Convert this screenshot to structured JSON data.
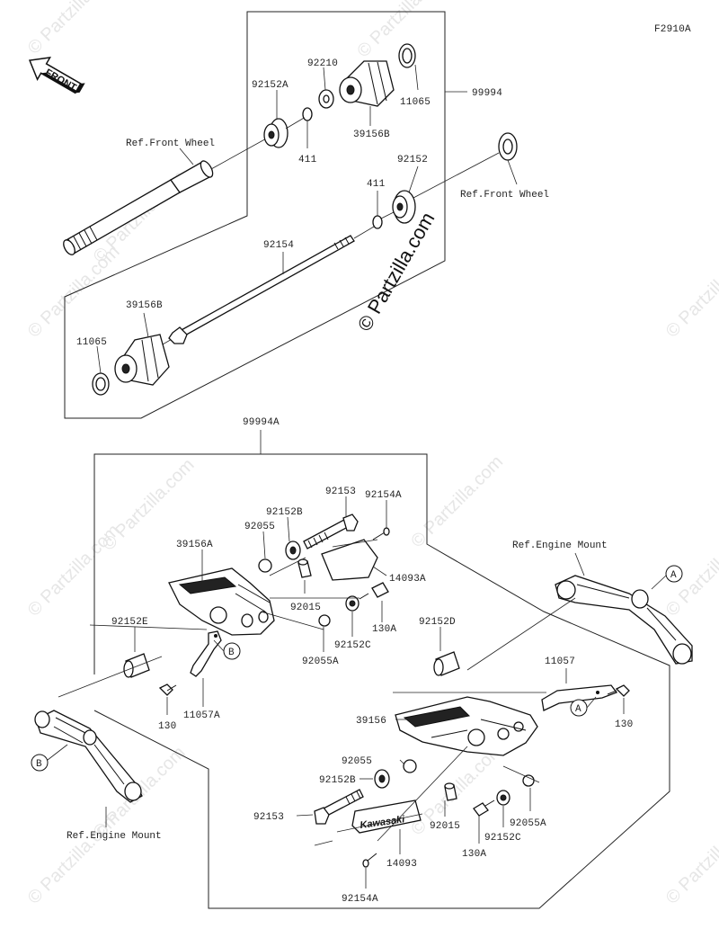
{
  "figure_code": "F2910A",
  "front_label": "FRONT",
  "watermark": "© Partzilla.com",
  "copyright": "© Partzilla.com",
  "labels": {
    "p92210": "92210",
    "p92152A": "92152A",
    "p11065_top": "11065",
    "p99994": "99994",
    "p39156B_top": "39156B",
    "p411_top": "411",
    "ref_front_wheel_left": "Ref.Front Wheel",
    "p92152": "92152",
    "p411_mid": "411",
    "ref_front_wheel_right": "Ref.Front Wheel",
    "p92154": "92154",
    "p39156B_bot": "39156B",
    "p11065_bot": "11065",
    "p99994A": "99994A",
    "p92153_top": "92153",
    "p92154A_top": "92154A",
    "p92152B_top": "92152B",
    "p92055_top": "92055",
    "p39156A": "39156A",
    "ref_engine_mount_right": "Ref.Engine Mount",
    "p14093A": "14093A",
    "p92015_top": "92015",
    "p130A_top": "130A",
    "p92152E": "92152E",
    "p92152D": "92152D",
    "p92152C_top": "92152C",
    "p92055A_top": "92055A",
    "p11057": "11057",
    "p130_left": "130",
    "p11057A": "11057A",
    "p39156": "39156",
    "p130_right": "130",
    "p92055_bot": "92055",
    "p92152B_bot": "92152B",
    "p92153_bot": "92153",
    "p92015_bot": "92015",
    "p92055A_bot": "92055A",
    "p130A_bot": "130A",
    "p92152C_bot": "92152C",
    "p14093": "14093",
    "p92154A_bot": "92154A",
    "ref_engine_mount_left": "Ref.Engine Mount",
    "callout_A1": "A",
    "callout_A2": "A",
    "callout_B1": "B",
    "callout_B2": "B",
    "kawasaki_logo": "Kawasaki"
  }
}
